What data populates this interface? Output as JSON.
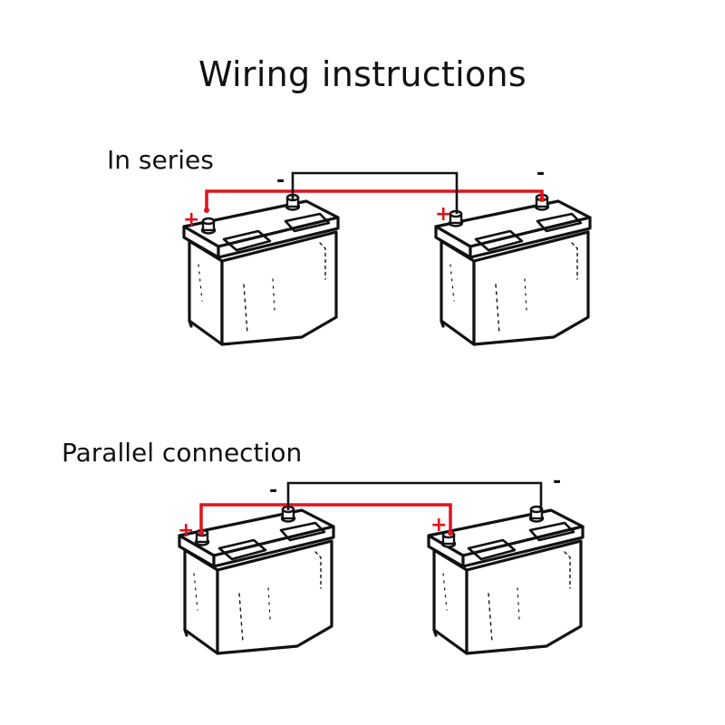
{
  "title": "Wiring instructions",
  "sections": {
    "series": {
      "label": "In series"
    },
    "parallel": {
      "label": "Parallel connection"
    }
  },
  "symbols": {
    "positive": "+",
    "negative": "-"
  },
  "colors": {
    "positive_wire": "#e0121b",
    "negative_wire": "#111111",
    "outline": "#111111",
    "background": "#ffffff"
  }
}
